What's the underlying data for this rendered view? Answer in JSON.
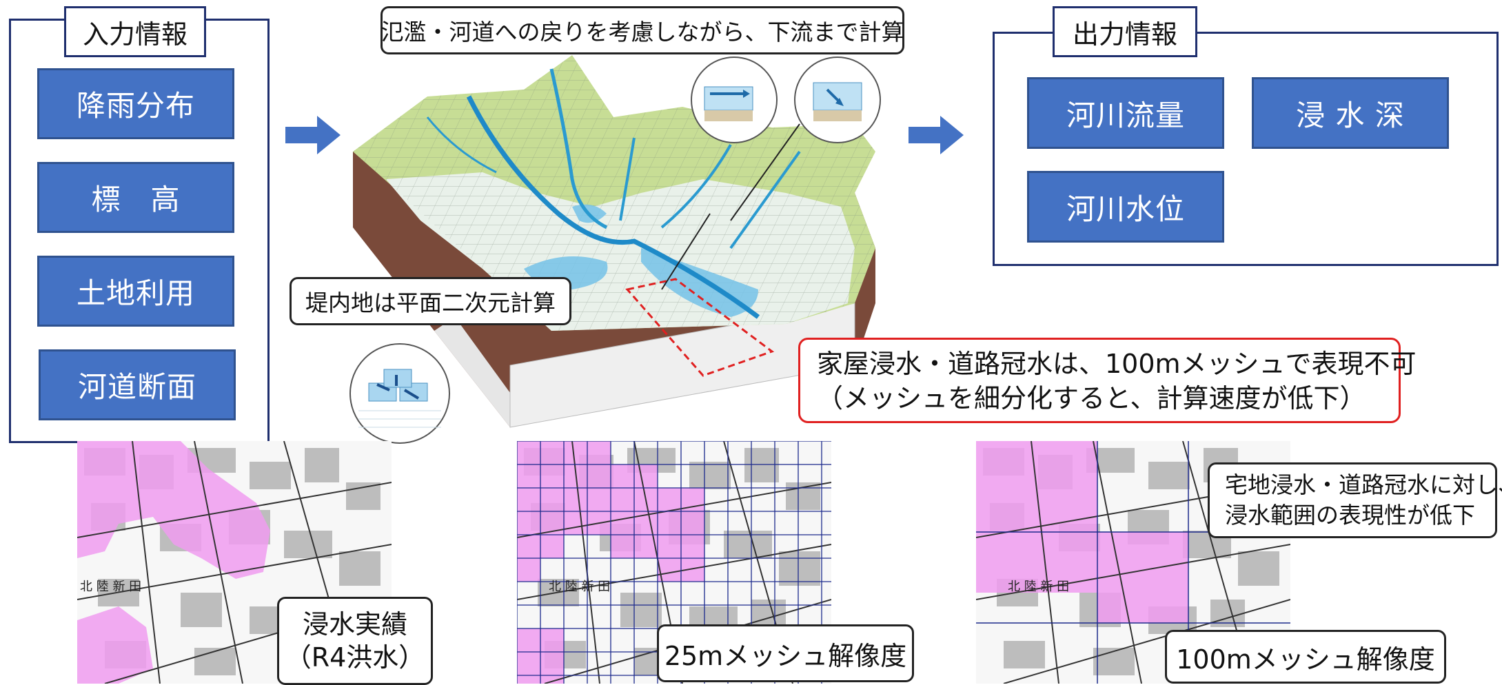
{
  "input": {
    "title": "入力情報",
    "items": [
      "降雨分布",
      "標　高",
      "土地利用",
      "河道断面"
    ]
  },
  "output": {
    "title": "出力情報",
    "items": [
      "河川流量",
      "浸 水 深",
      "河川水位"
    ]
  },
  "terrain": {
    "top_callout": "氾濫・河道への戻りを考慮しながら、下流まで計算",
    "floodplain_callout": "堤内地は平面二次元計算",
    "limitation_callout": [
      "家屋浸水・道路冠水は、100mメッシュで表現不可",
      "（メッシュを細分化すると、計算速度が低下）"
    ]
  },
  "maps": {
    "place_name": "北 陸 新 田",
    "actual_label": [
      "浸水実績",
      "（R4洪水）"
    ],
    "mesh25_label": "25mメッシュ解像度",
    "mesh100_label": "100mメッシュ解像度",
    "mesh100_note": [
      "宅地浸水・道路冠水に対し、",
      "浸水範囲の表現性が低下"
    ]
  },
  "colors": {
    "box_fill": "#4472c4",
    "frame_border": "#1f2f6e",
    "flood": "#f09cf0",
    "grid": "#1c2a8c",
    "alert": "#e02020"
  }
}
